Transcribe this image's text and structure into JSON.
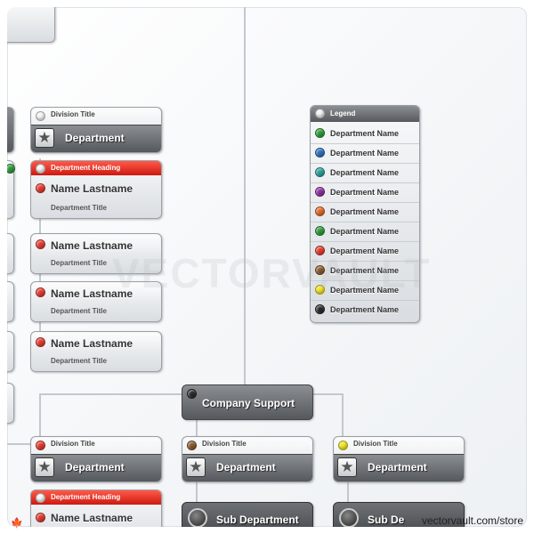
{
  "colors": {
    "red": "#e53a2e",
    "white": "#f4f4f4",
    "green": "#2f9a3c",
    "blue": "#2f6fbf",
    "teal": "#2b9f9a",
    "purple": "#8e2fa0",
    "orange": "#e06a26",
    "brown": "#8a5a2f",
    "yellow": "#f0e51e",
    "black": "#2a2a2a"
  },
  "top_division": {
    "division_title": "Division Title",
    "department": "Department",
    "heading": "Department Heading",
    "people": [
      {
        "name": "Name Lastname",
        "title": "Department Title"
      },
      {
        "name": "Name Lastname",
        "title": "Department Title"
      },
      {
        "name": "Name Lastname",
        "title": "Department Title"
      },
      {
        "name": "Name Lastname",
        "title": "Department Title"
      }
    ]
  },
  "legend": {
    "title": "Legend",
    "items": [
      {
        "label": "Department Name",
        "color": "#2f9a3c"
      },
      {
        "label": "Department Name",
        "color": "#2f6fbf"
      },
      {
        "label": "Department Name",
        "color": "#2b9f9a"
      },
      {
        "label": "Department Name",
        "color": "#8e2fa0"
      },
      {
        "label": "Department Name",
        "color": "#e06a26"
      },
      {
        "label": "Department Name",
        "color": "#2f9a3c"
      },
      {
        "label": "Department Name",
        "color": "#e53a2e"
      },
      {
        "label": "Department Name",
        "color": "#8a5a2f"
      },
      {
        "label": "Department Name",
        "color": "#f0e51e"
      },
      {
        "label": "Department Name",
        "color": "#2a2a2a"
      }
    ]
  },
  "company_support": "Company Support",
  "bottom_divisions": [
    {
      "division_title": "Division Title",
      "department": "Department",
      "color": "#e53a2e"
    },
    {
      "division_title": "Division Title",
      "department": "Department",
      "color": "#8a5a2f"
    },
    {
      "division_title": "Division Title",
      "department": "Department",
      "color": "#f0e51e"
    }
  ],
  "bottom_left_heading": "Department Heading",
  "bottom_left_name": "Name Lastname",
  "sub_department": "Sub Department",
  "sub_department_partial": "Sub De",
  "watermark": "VECTORVAULT",
  "store_url": "vectorvault.com/store",
  "star_glyph": "★"
}
